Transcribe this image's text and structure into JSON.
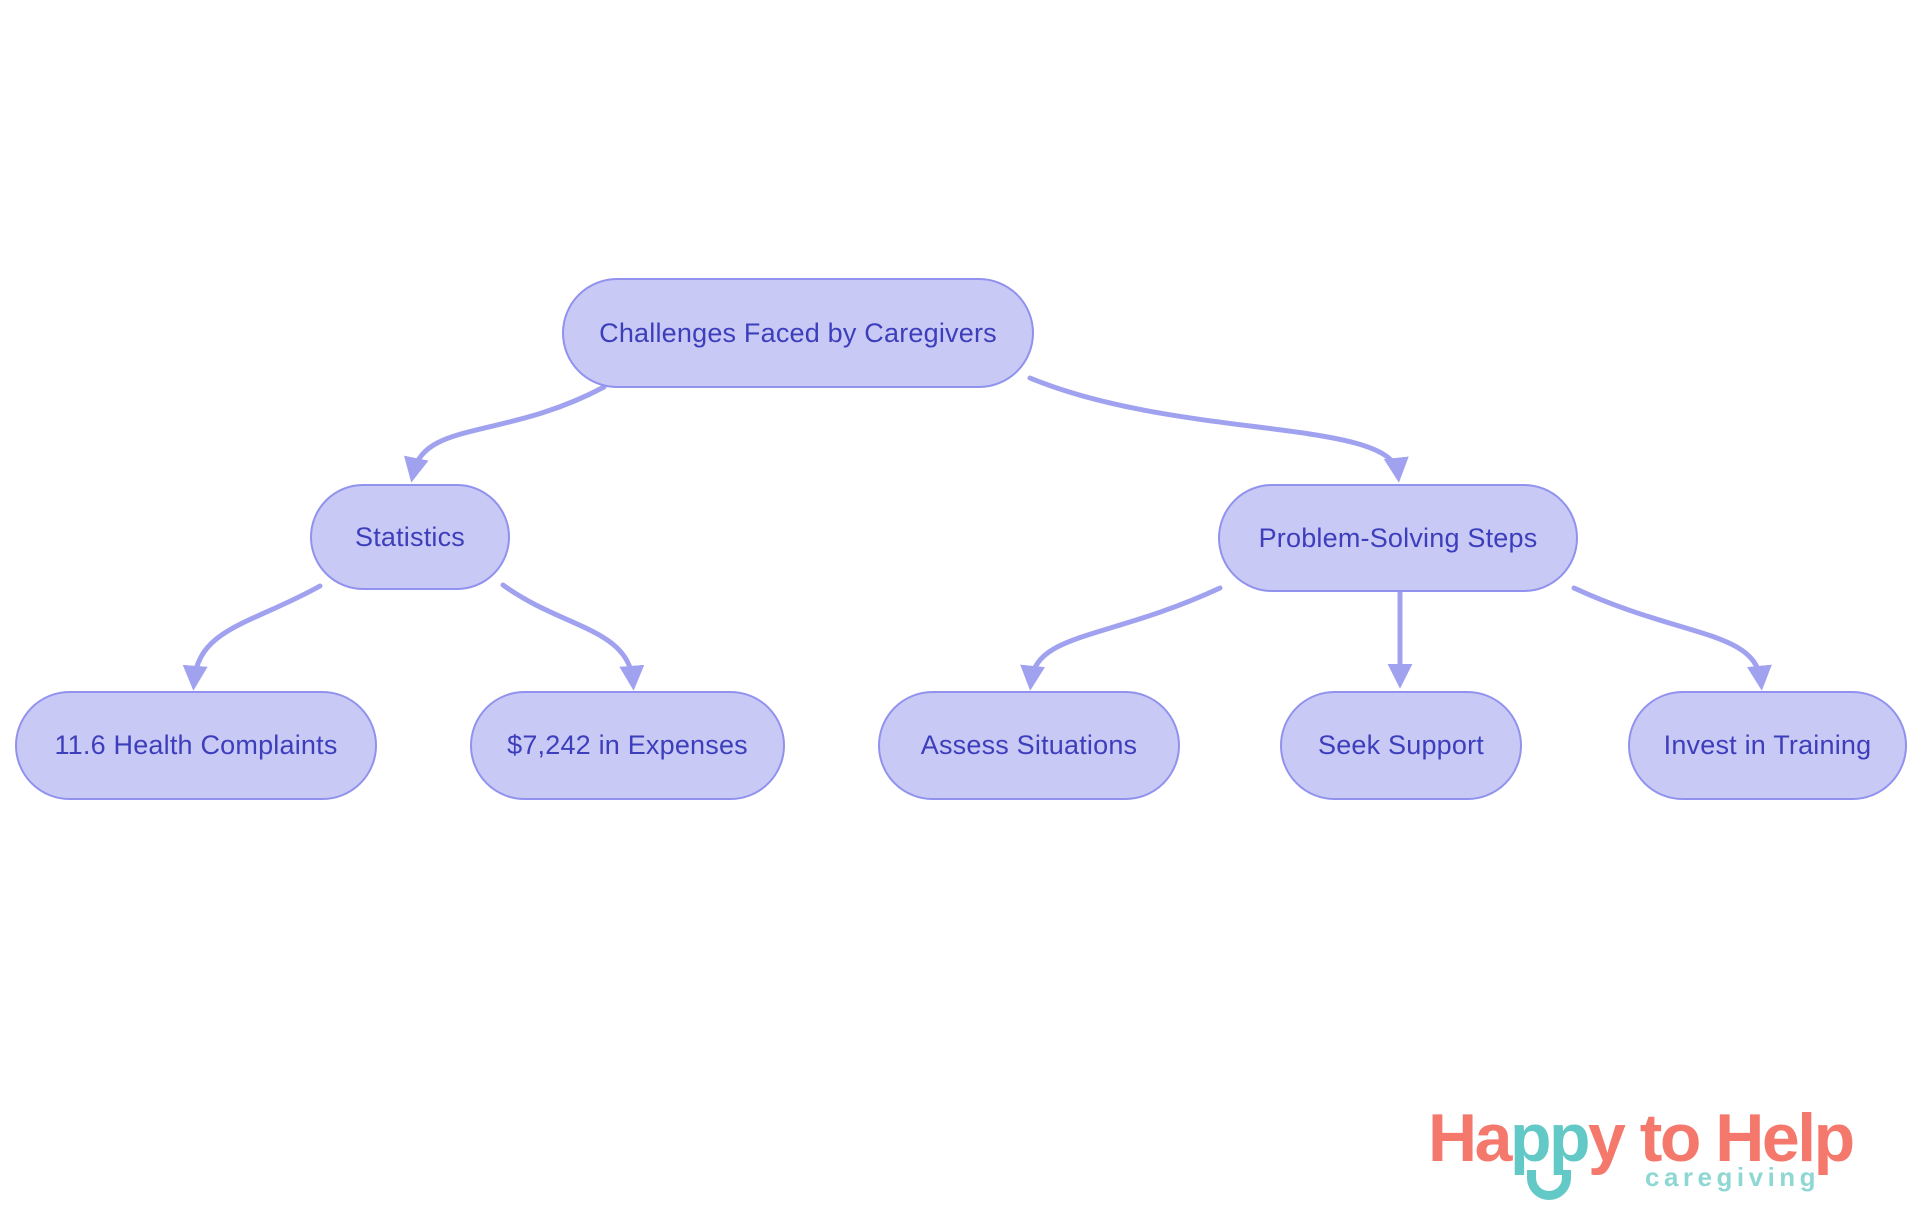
{
  "diagram": {
    "nodes": {
      "root": {
        "label": "Challenges Faced by Caregivers"
      },
      "stats": {
        "label": "Statistics"
      },
      "pss": {
        "label": "Problem-Solving Steps"
      },
      "health": {
        "label": "11.6 Health Complaints"
      },
      "expenses": {
        "label": "$7,242 in Expenses"
      },
      "assess": {
        "label": "Assess Situations"
      },
      "seek": {
        "label": "Seek Support"
      },
      "invest": {
        "label": "Invest in Training"
      }
    },
    "edges": [
      {
        "from": "root",
        "to": "stats"
      },
      {
        "from": "root",
        "to": "pss"
      },
      {
        "from": "stats",
        "to": "health"
      },
      {
        "from": "stats",
        "to": "expenses"
      },
      {
        "from": "pss",
        "to": "assess"
      },
      {
        "from": "pss",
        "to": "seek"
      },
      {
        "from": "pss",
        "to": "invest"
      }
    ],
    "colors": {
      "node_fill": "#c8c9f5",
      "node_border": "#9092ee",
      "node_text": "#3d3ebc",
      "arrow": "#a0a2f0"
    }
  },
  "logo": {
    "word_part1": "Ha",
    "word_part2": "pp",
    "word_part3": "y to Help",
    "tagline": "caregiving",
    "colors": {
      "coral": "#f4796c",
      "teal": "#62c9c6",
      "tagline_teal": "#8fd7d3"
    }
  }
}
